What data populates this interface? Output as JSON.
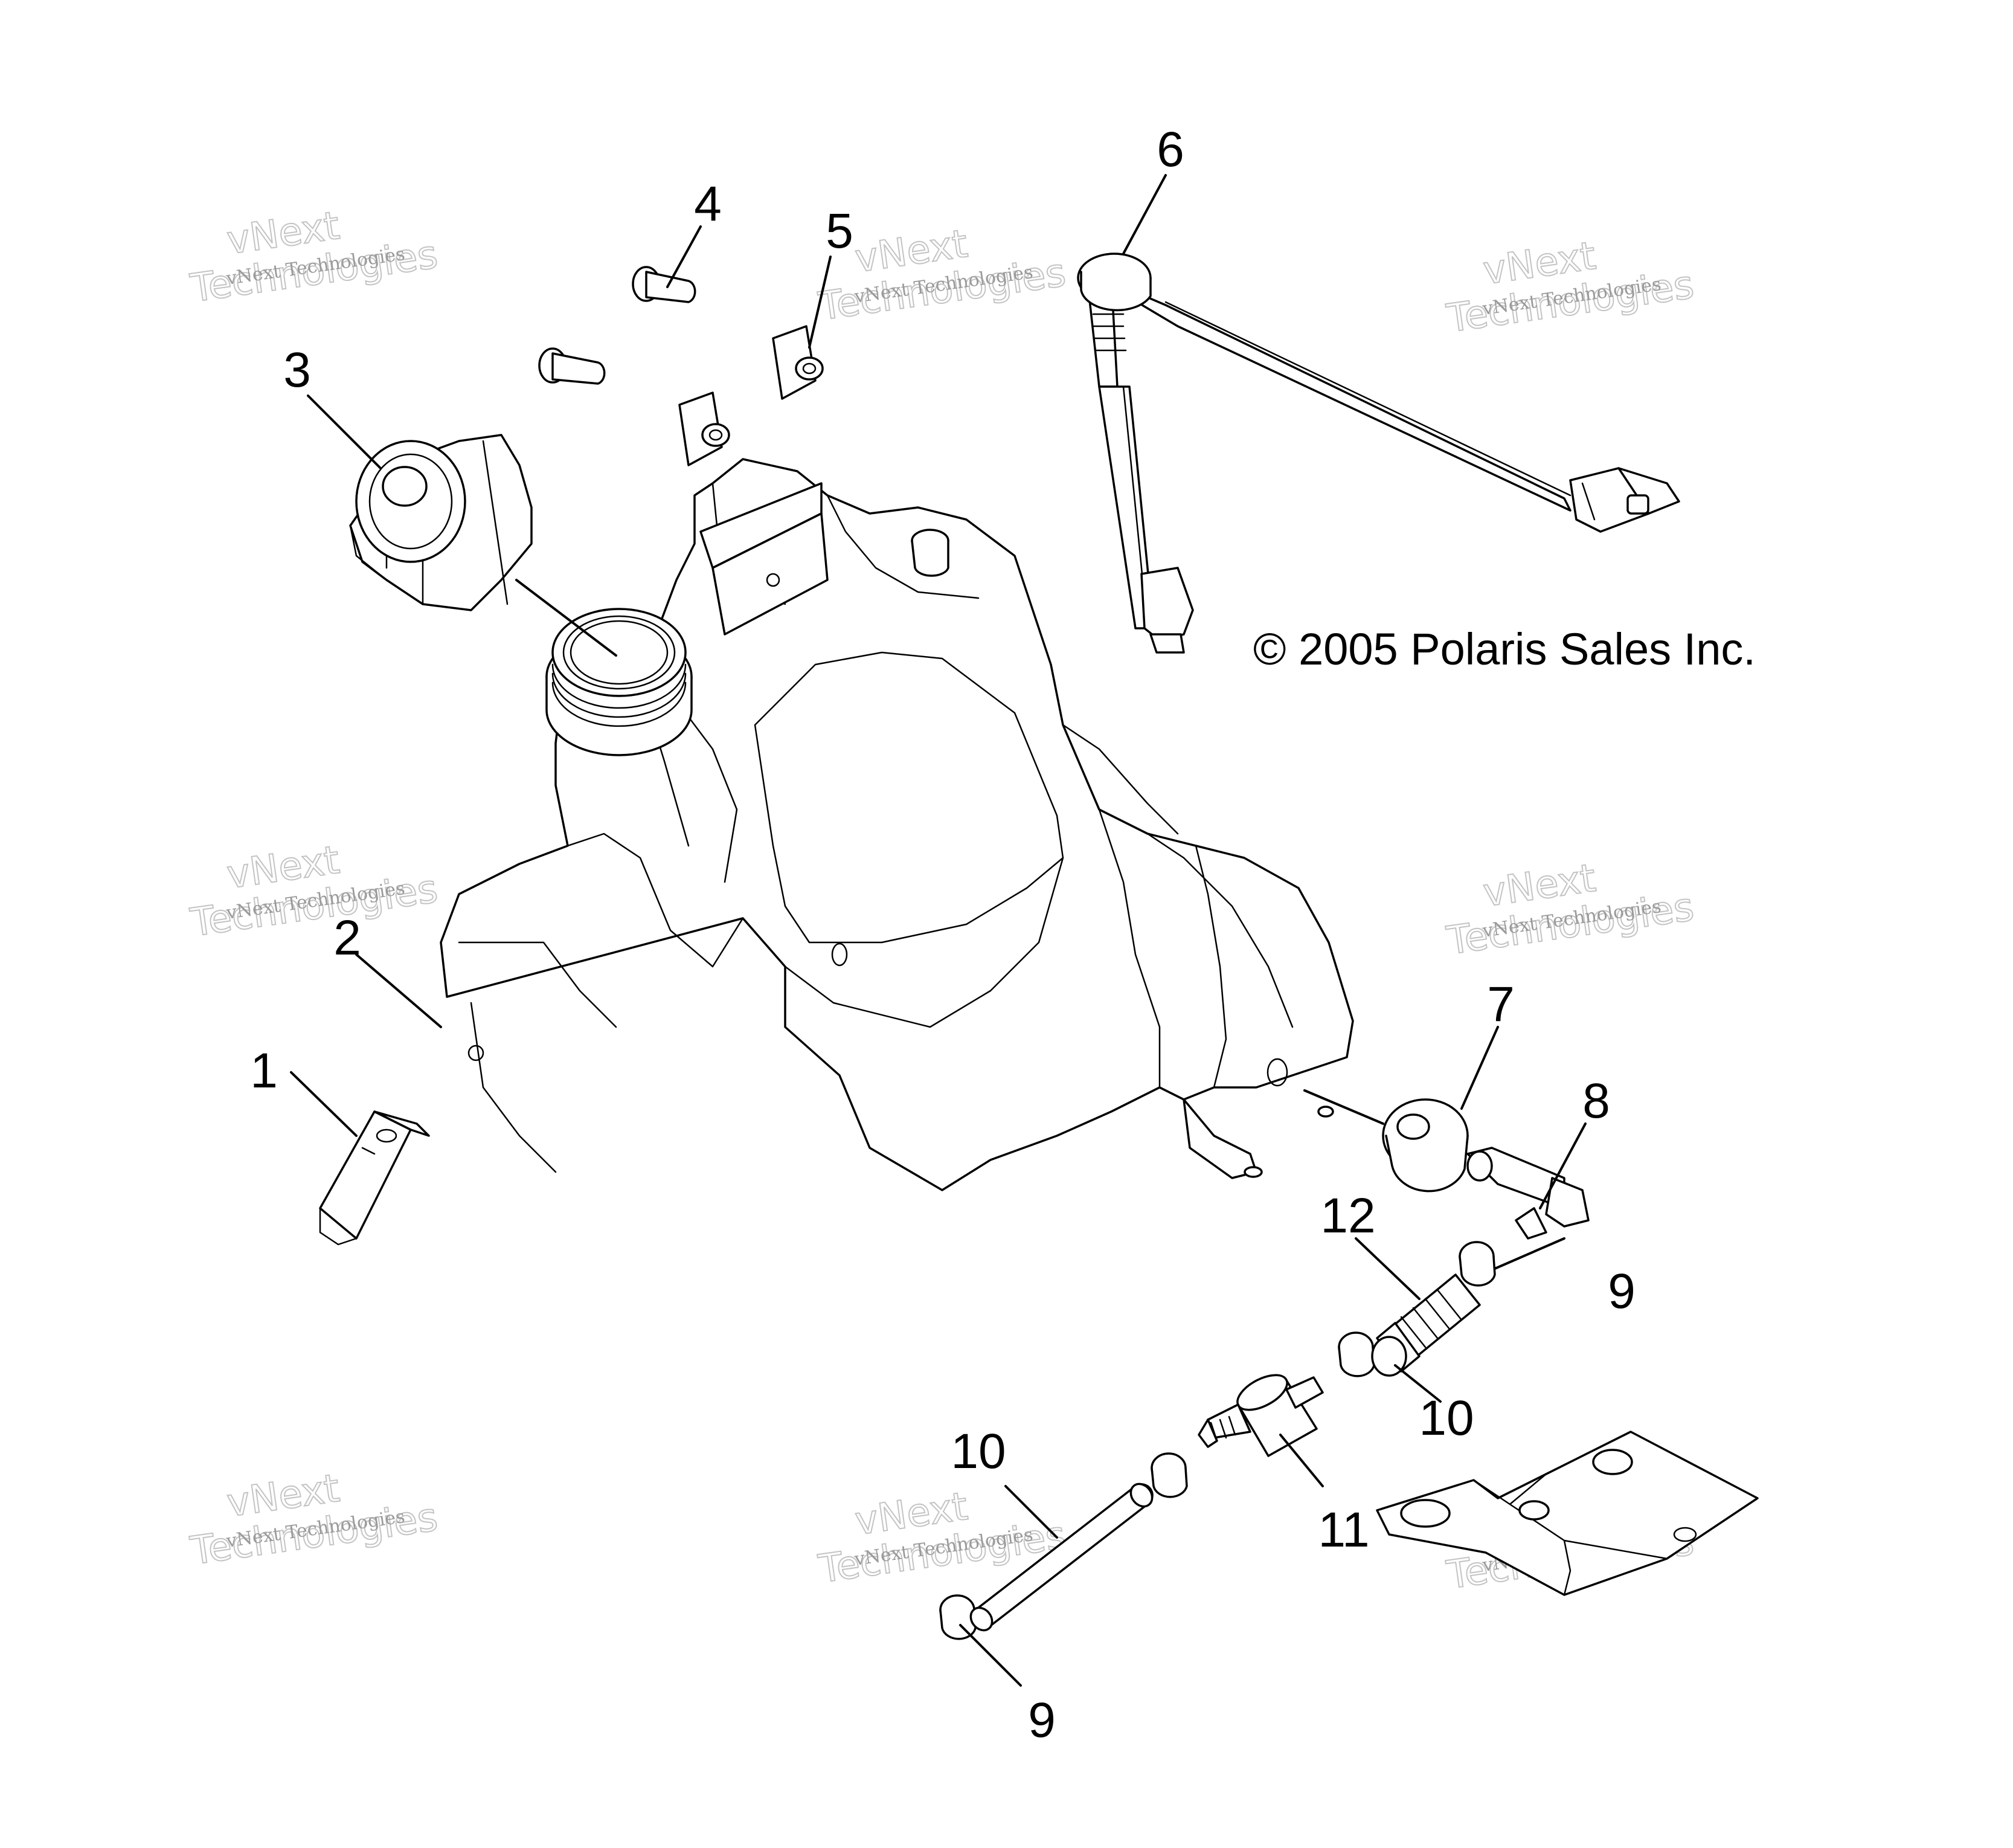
{
  "copyright": "© 2005 Polaris Sales Inc.",
  "watermark": {
    "line1": "vNext Technologies",
    "line2_a": "vNext",
    "line2_b": "Technologies"
  },
  "callouts": [
    {
      "id": "c1",
      "label": "1"
    },
    {
      "id": "c2",
      "label": "2"
    },
    {
      "id": "c3",
      "label": "3"
    },
    {
      "id": "c4",
      "label": "4"
    },
    {
      "id": "c5",
      "label": "5"
    },
    {
      "id": "c6",
      "label": "6"
    },
    {
      "id": "c7",
      "label": "7"
    },
    {
      "id": "c8",
      "label": "8"
    },
    {
      "id": "c9a",
      "label": "9"
    },
    {
      "id": "c9b",
      "label": "9"
    },
    {
      "id": "c10a",
      "label": "10"
    },
    {
      "id": "c10b",
      "label": "10"
    },
    {
      "id": "c11",
      "label": "11"
    },
    {
      "id": "c12",
      "label": "12"
    }
  ]
}
